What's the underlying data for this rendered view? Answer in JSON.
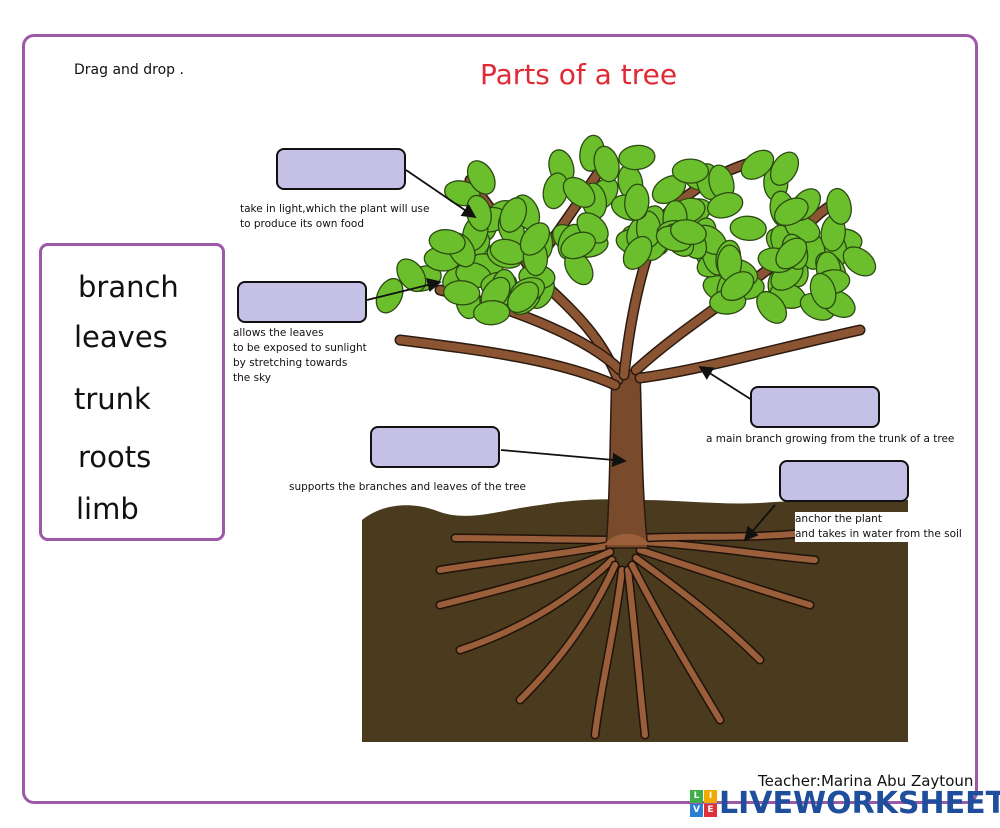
{
  "worksheet": {
    "instruction": "Drag and drop .",
    "title": "Parts of a tree",
    "credit": "Teacher:Marina Abu Zaytoun"
  },
  "word_bank": [
    "branch",
    "leaves",
    "trunk",
    "roots",
    "limb"
  ],
  "drop_zones": [
    {
      "id": "leaves-drop",
      "description": "take in light,which the plant will use\nto produce its own food",
      "value": ""
    },
    {
      "id": "branch-drop",
      "description": "allows the leaves\nto be exposed to sunlight\nby stretching towards\nthe sky",
      "value": ""
    },
    {
      "id": "trunk-drop",
      "description": "supports the branches and leaves of the tree",
      "value": ""
    },
    {
      "id": "limb-drop",
      "description": "a main branch growing from the trunk of a tree",
      "value": ""
    },
    {
      "id": "roots-drop",
      "description": "anchor the plant\nand takes in water from the soil",
      "value": ""
    }
  ],
  "branding": {
    "badge_letters": [
      "L",
      "I",
      "V",
      "E"
    ],
    "badge_colors": [
      "#3fae49",
      "#f2a900",
      "#2a7fd4",
      "#e0303a"
    ],
    "name": "LIVEWORKSHEETS"
  },
  "colors": {
    "frame": "#9b59a6",
    "title": "#e02a36",
    "drop_fill": "#c5c0e6",
    "leaf": "#6cbf2c",
    "trunk": "#8b5533",
    "soil": "#4a3a1e",
    "brand": "#1f4e9c"
  }
}
